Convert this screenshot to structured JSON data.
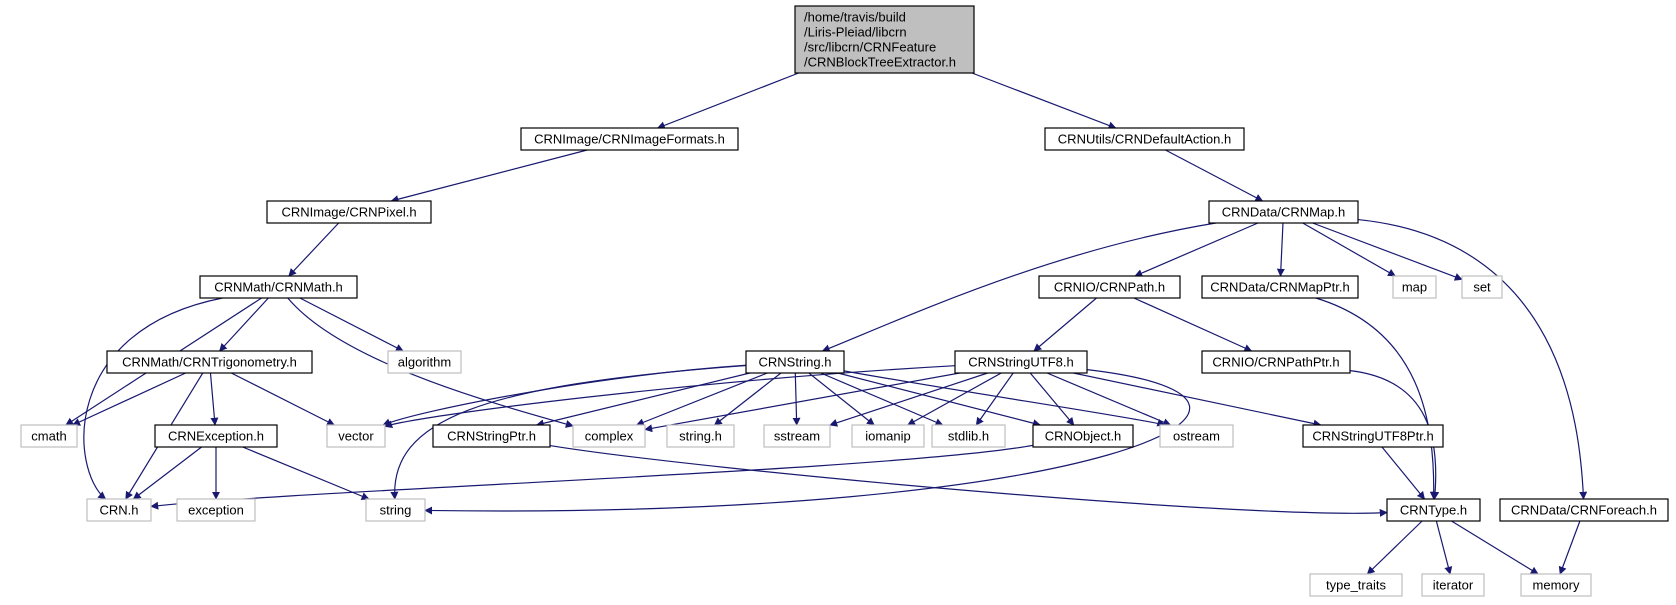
{
  "colors": {
    "edge": "#191970",
    "box_border": "#000000",
    "system_border": "#bfbfbf",
    "root_fill": "#bfbfbf",
    "node_fill": "#ffffff"
  },
  "nodes": [
    {
      "id": "root",
      "kind": "root",
      "lines": [
        "/home/travis/build",
        "/Liris-Pleiad/libcrn",
        "/src/libcrn/CRNFeature",
        "/CRNBlockTreeExtractor.h"
      ]
    },
    {
      "id": "imageformats",
      "kind": "local",
      "lines": [
        "CRNImage/CRNImageFormats.h"
      ]
    },
    {
      "id": "defaultaction",
      "kind": "local",
      "lines": [
        "CRNUtils/CRNDefaultAction.h"
      ]
    },
    {
      "id": "pixel",
      "kind": "local",
      "lines": [
        "CRNImage/CRNPixel.h"
      ]
    },
    {
      "id": "crnmap",
      "kind": "local",
      "lines": [
        "CRNData/CRNMap.h"
      ]
    },
    {
      "id": "crnmath",
      "kind": "local",
      "lines": [
        "CRNMath/CRNMath.h"
      ]
    },
    {
      "id": "crnpath",
      "kind": "local",
      "lines": [
        "CRNIO/CRNPath.h"
      ]
    },
    {
      "id": "mapptr",
      "kind": "local",
      "lines": [
        "CRNData/CRNMapPtr.h"
      ]
    },
    {
      "id": "map",
      "kind": "system",
      "lines": [
        "map"
      ]
    },
    {
      "id": "set",
      "kind": "system",
      "lines": [
        "set"
      ]
    },
    {
      "id": "trig",
      "kind": "local",
      "lines": [
        "CRNMath/CRNTrigonometry.h"
      ]
    },
    {
      "id": "algorithm",
      "kind": "system",
      "lines": [
        "algorithm"
      ]
    },
    {
      "id": "crnstring",
      "kind": "local",
      "lines": [
        "CRNString.h"
      ]
    },
    {
      "id": "utf8",
      "kind": "local",
      "lines": [
        "CRNStringUTF8.h"
      ]
    },
    {
      "id": "pathptr",
      "kind": "local",
      "lines": [
        "CRNIO/CRNPathPtr.h"
      ]
    },
    {
      "id": "cmath",
      "kind": "system",
      "lines": [
        "cmath"
      ]
    },
    {
      "id": "exception_h",
      "kind": "local",
      "lines": [
        "CRNException.h"
      ]
    },
    {
      "id": "vector",
      "kind": "system",
      "lines": [
        "vector"
      ]
    },
    {
      "id": "stringptr",
      "kind": "local",
      "lines": [
        "CRNStringPtr.h"
      ]
    },
    {
      "id": "complex",
      "kind": "system",
      "lines": [
        "complex"
      ]
    },
    {
      "id": "stringh",
      "kind": "system",
      "lines": [
        "string.h"
      ]
    },
    {
      "id": "sstream",
      "kind": "system",
      "lines": [
        "sstream"
      ]
    },
    {
      "id": "iomanip",
      "kind": "system",
      "lines": [
        "iomanip"
      ]
    },
    {
      "id": "stdlib",
      "kind": "system",
      "lines": [
        "stdlib.h"
      ]
    },
    {
      "id": "crnobject",
      "kind": "local",
      "lines": [
        "CRNObject.h"
      ]
    },
    {
      "id": "ostream",
      "kind": "system",
      "lines": [
        "ostream"
      ]
    },
    {
      "id": "utf8ptr",
      "kind": "local",
      "lines": [
        "CRNStringUTF8Ptr.h"
      ]
    },
    {
      "id": "crnh",
      "kind": "system",
      "lines": [
        "CRN.h"
      ]
    },
    {
      "id": "exception",
      "kind": "system",
      "lines": [
        "exception"
      ]
    },
    {
      "id": "string",
      "kind": "system",
      "lines": [
        "string"
      ]
    },
    {
      "id": "crntype",
      "kind": "local",
      "lines": [
        "CRNType.h"
      ]
    },
    {
      "id": "foreach",
      "kind": "local",
      "lines": [
        "CRNData/CRNForeach.h"
      ]
    },
    {
      "id": "type_traits",
      "kind": "system",
      "lines": [
        "type_traits"
      ]
    },
    {
      "id": "iterator",
      "kind": "system",
      "lines": [
        "iterator"
      ]
    },
    {
      "id": "memory",
      "kind": "system",
      "lines": [
        "memory"
      ]
    }
  ],
  "edges": [
    [
      "root",
      "imageformats"
    ],
    [
      "root",
      "defaultaction"
    ],
    [
      "imageformats",
      "pixel"
    ],
    [
      "pixel",
      "crnmath"
    ],
    [
      "crnmath",
      "crnh"
    ],
    [
      "crnmath",
      "cmath"
    ],
    [
      "crnmath",
      "trig"
    ],
    [
      "crnmath",
      "complex"
    ],
    [
      "crnmath",
      "algorithm"
    ],
    [
      "trig",
      "cmath"
    ],
    [
      "trig",
      "crnh"
    ],
    [
      "trig",
      "exception_h"
    ],
    [
      "trig",
      "vector"
    ],
    [
      "exception_h",
      "crnh"
    ],
    [
      "exception_h",
      "exception"
    ],
    [
      "exception_h",
      "string"
    ],
    [
      "defaultaction",
      "crnmap"
    ],
    [
      "crnmap",
      "crnstring"
    ],
    [
      "crnmap",
      "crnpath"
    ],
    [
      "crnmap",
      "mapptr"
    ],
    [
      "crnmap",
      "map"
    ],
    [
      "crnmap",
      "set"
    ],
    [
      "crnmap",
      "foreach"
    ],
    [
      "crnpath",
      "utf8"
    ],
    [
      "crnpath",
      "pathptr"
    ],
    [
      "mapptr",
      "crntype"
    ],
    [
      "pathptr",
      "crntype"
    ],
    [
      "crnstring",
      "string"
    ],
    [
      "crnstring",
      "vector"
    ],
    [
      "crnstring",
      "stringptr"
    ],
    [
      "crnstring",
      "complex"
    ],
    [
      "crnstring",
      "stringh"
    ],
    [
      "crnstring",
      "sstream"
    ],
    [
      "crnstring",
      "iomanip"
    ],
    [
      "crnstring",
      "stdlib"
    ],
    [
      "crnstring",
      "crnobject"
    ],
    [
      "crnstring",
      "ostream"
    ],
    [
      "utf8",
      "vector"
    ],
    [
      "utf8",
      "complex"
    ],
    [
      "utf8",
      "sstream"
    ],
    [
      "utf8",
      "iomanip"
    ],
    [
      "utf8",
      "stdlib"
    ],
    [
      "utf8",
      "crnobject"
    ],
    [
      "utf8",
      "ostream"
    ],
    [
      "utf8",
      "utf8ptr"
    ],
    [
      "utf8",
      "string"
    ],
    [
      "stringptr",
      "crntype"
    ],
    [
      "crnobject",
      "crnh"
    ],
    [
      "utf8ptr",
      "crntype"
    ],
    [
      "crntype",
      "type_traits"
    ],
    [
      "crntype",
      "iterator"
    ],
    [
      "crntype",
      "memory"
    ],
    [
      "foreach",
      "memory"
    ]
  ]
}
